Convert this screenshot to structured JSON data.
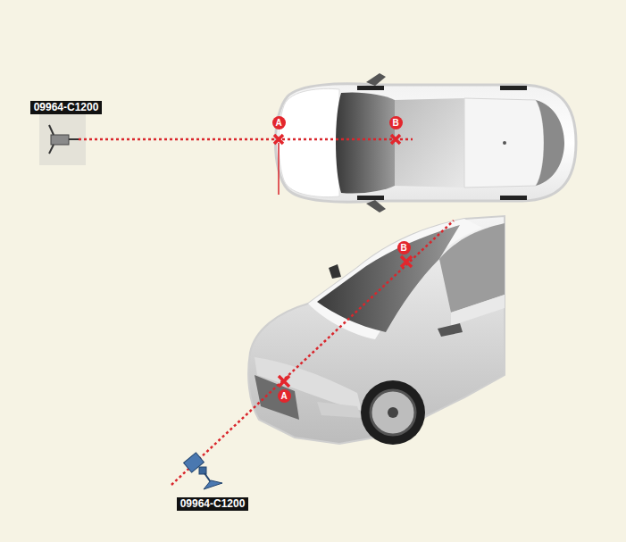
{
  "diagram": {
    "labels": [
      "09964-C1200",
      "A",
      "B",
      "A",
      "B",
      "09964-C1200"
    ]
  }
}
